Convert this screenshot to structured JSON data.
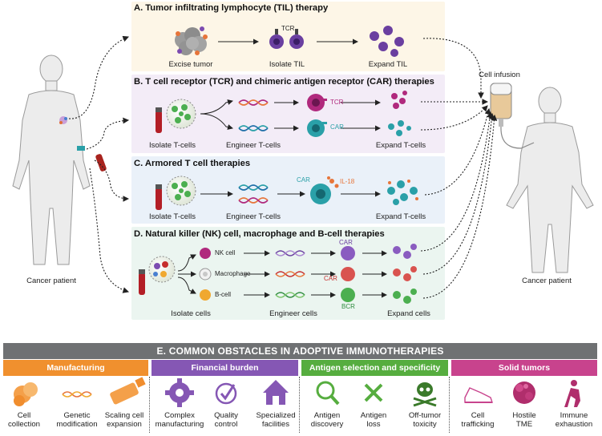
{
  "patients": {
    "left_label": "Cancer patient",
    "right_label": "Cancer patient",
    "infusion_label": "Cell infusion"
  },
  "panelA": {
    "title": "A. Tumor infiltrating lymphocyte (TIL) therapy",
    "steps": [
      "Excise tumor",
      "Isolate TIL",
      "Expand TIL"
    ],
    "tcr_tag": "TCR"
  },
  "panelB": {
    "title": "B. T cell receptor (TCR) and chimeric antigen receptor (CAR) therapies",
    "steps": [
      "Isolate T-cells",
      "Engineer T-cells",
      "Expand T-cells"
    ],
    "tcr_tag": "TCR",
    "car_tag": "CAR"
  },
  "panelC": {
    "title": "C. Armored T cell therapies",
    "steps": [
      "Isolate T-cells",
      "Engineer T-cells",
      "Expand T-cells"
    ],
    "car_tag": "CAR",
    "il_tag": "IL-18"
  },
  "panelD": {
    "title": "D. Natural killer (NK) cell, macrophage and B-cell therapies",
    "steps": [
      "Isolate cells",
      "Engineer cells",
      "Expand cells"
    ],
    "cell_types": [
      "NK cell",
      "Macrophage",
      "B-cell"
    ],
    "car_tag_1": "CAR",
    "car_tag_2": "CAR",
    "bcr_tag": "BCR"
  },
  "obstacles": {
    "title": "E. COMMON OBSTACLES IN ADOPTIVE IMMUNOTHERAPIES",
    "categories": [
      {
        "name": "Manufacturing",
        "color": "#f0902e",
        "items": [
          "Cell\ncollection",
          "Genetic\nmodification",
          "Scaling cell\nexpansion"
        ]
      },
      {
        "name": "Financial burden",
        "color": "#8557b4",
        "items": [
          "Complex\nmanufacturing",
          "Quality\ncontrol",
          "Specialized\nfacilities"
        ]
      },
      {
        "name": "Antigen selection and specificity",
        "color": "#56ad3f",
        "items": [
          "Antigen\ndiscovery",
          "Antigen\nloss",
          "Off-tumor\ntoxicity"
        ]
      },
      {
        "name": "Solid tumors",
        "color": "#c8438d",
        "items": [
          "Cell\ntrafficking",
          "Hostile\nTME",
          "Immune\nexhaustion"
        ]
      }
    ]
  },
  "colors": {
    "tcell_purple": "#6a3fa0",
    "car_teal": "#2aa0a8",
    "tcr_magenta": "#b0297d",
    "il_orange": "#e7753a",
    "header_gray": "#6f7173"
  }
}
